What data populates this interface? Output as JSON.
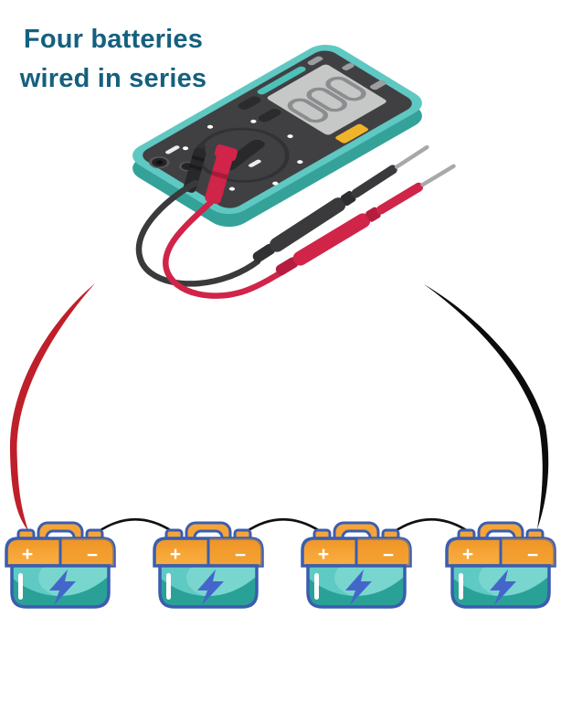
{
  "title": {
    "line1": "Four batteries",
    "line2": "wired in series"
  },
  "multimeter": {
    "display_value": "000",
    "parts": {
      "display": "lcd-display",
      "dial": "rotary-dial",
      "mode_button_color_note": "yellow-button"
    }
  },
  "batteries": [
    {
      "name": "battery-1",
      "positive_label": "+",
      "negative_label": "−"
    },
    {
      "name": "battery-2",
      "positive_label": "+",
      "negative_label": "−"
    },
    {
      "name": "battery-3",
      "positive_label": "+",
      "negative_label": "−"
    },
    {
      "name": "battery-4",
      "positive_label": "+",
      "negative_label": "−"
    }
  ],
  "colors": {
    "title": "#15607f",
    "meter_teal": "#5fc8c2",
    "meter_teal_dark": "#35a29a",
    "meter_accent": "#4cc2b9",
    "meter_face": "#404043",
    "meter_display": "#c6c7c7",
    "meter_digit": "#8b8d8f",
    "meter_yellow": "#f0b42a",
    "lead_red": "#d02449",
    "wire_red": "#bf1f2a",
    "lead_black": "#3a3a3d",
    "wire_black": "#0c0c0d",
    "battery_orange": "#f5a435",
    "battery_orange_dark": "#ee9526",
    "battery_blue": "#3a5db0",
    "battery_teal": "#5ecac3",
    "battery_teal_dark": "#2aa197",
    "battery_teal_light": "#8ee0d8",
    "bolt_blue": "#4466cb",
    "probe_tip": "#a6a8ab"
  }
}
